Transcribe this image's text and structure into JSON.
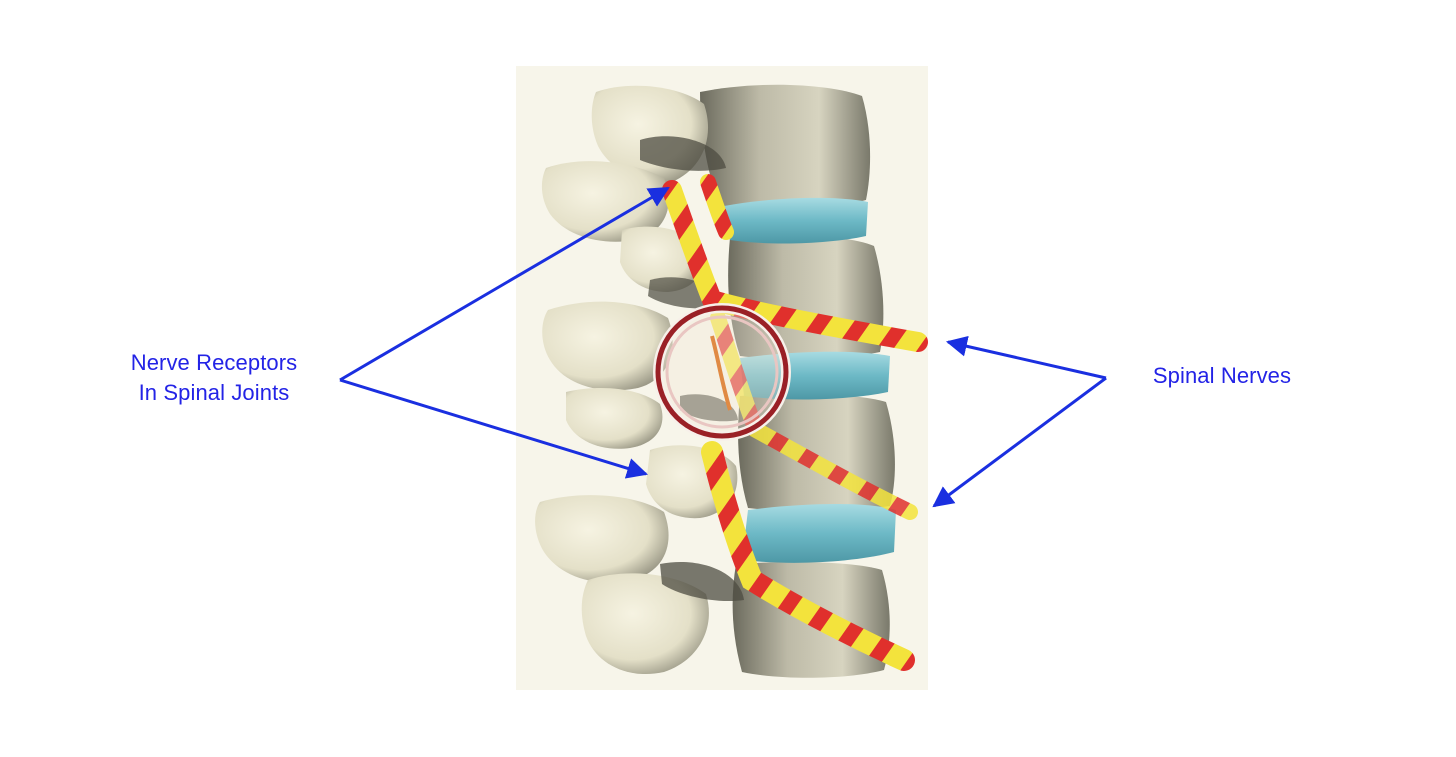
{
  "labels": {
    "nerve_receptors_line1": "Nerve Receptors",
    "nerve_receptors_line2": "In Spinal Joints",
    "spinal_nerves": "Spinal Nerves"
  },
  "colors": {
    "label_text": "#2323e6",
    "arrow": "#1a2fe0",
    "bone": "#f1eedb",
    "bone_shadow": "#5f5e52",
    "disc": "#79c1cc",
    "nerve_yellow": "#f3e33c",
    "nerve_red": "#e0302c",
    "highlight_ring": "#9a2026"
  }
}
